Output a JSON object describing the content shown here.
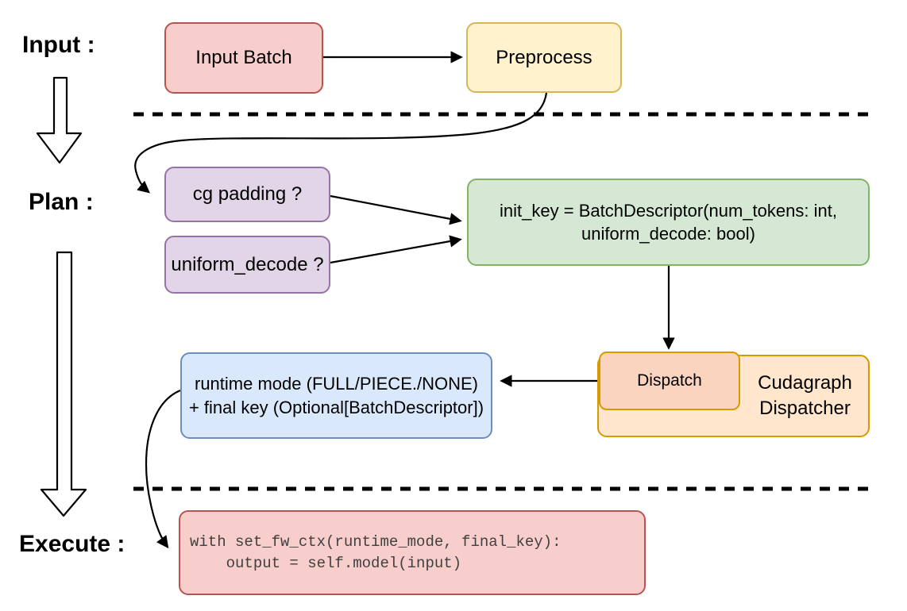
{
  "stage_labels": {
    "input": "Input :",
    "plan": "Plan :",
    "execute": "Execute :"
  },
  "nodes": {
    "input_batch": {
      "label": "Input Batch",
      "fill": "#f8cecc",
      "border": "#b85450"
    },
    "preprocess": {
      "label": "Preprocess",
      "fill": "#fff2cc",
      "border": "#d6b656"
    },
    "cg_padding": {
      "label": "cg padding ?",
      "fill": "#e1d5e7",
      "border": "#9673a6"
    },
    "uniform_decode": {
      "label": "uniform_decode ?",
      "fill": "#e1d5e7",
      "border": "#9673a6"
    },
    "init_key": {
      "label": "init_key = BatchDescriptor(num_tokens: int,\nuniform_decode: bool)",
      "fill": "#d5e8d4",
      "border": "#82b366"
    },
    "runtime_mode": {
      "label": "runtime mode (FULL/PIECE./NONE)\n+ final key (Optional[BatchDescriptor])",
      "fill": "#dae8fc",
      "border": "#6c8ebf"
    },
    "dispatch": {
      "label": "Dispatch",
      "fill": "#fad4be",
      "border": "#d79b00"
    },
    "cudagraph_dispatcher": {
      "label": "Cudagraph\nDispatcher",
      "fill": "#ffe6cc",
      "border": "#d79b00"
    },
    "execute_code": {
      "code": "with set_fw_ctx(runtime_mode, final_key):\n    output = self.model(input)",
      "fill": "#f8cecc",
      "border": "#b85450",
      "text_color": "#404040"
    }
  },
  "connector_color": "#000000"
}
